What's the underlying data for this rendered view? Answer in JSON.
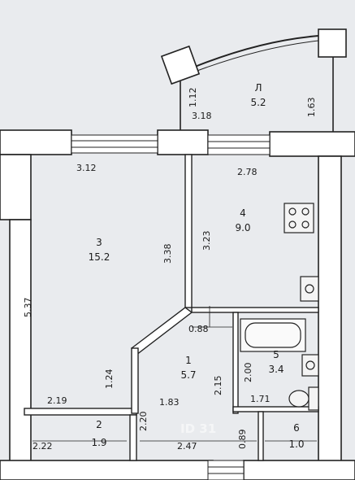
{
  "rooms": {
    "balcony": {
      "num": "Л",
      "area": "5.2"
    },
    "kitchen": {
      "num": "4",
      "area": "9.0"
    },
    "living": {
      "num": "3",
      "area": "15.2"
    },
    "hall": {
      "num": "1",
      "area": "5.7"
    },
    "bath": {
      "num": "5",
      "area": "3.4"
    },
    "closet": {
      "num": "2",
      "area": "1.9"
    },
    "wc": {
      "num": "6",
      "area": "1.0"
    }
  },
  "dimensions": {
    "balcony_left": "1.12",
    "balcony_width": "3.18",
    "balcony_right": "1.63",
    "living_top": "3.12",
    "kitchen_top": "2.78",
    "living_left": "5.37",
    "living_right": "3.38",
    "kitchen_left": "3.23",
    "hall_corner": "0.88",
    "living_bottom_side": "1.24",
    "living_bottom": "2.19",
    "hall_right": "2.15",
    "bath_left": "2.00",
    "hall_width": "1.83",
    "bath_width": "1.71",
    "closet_side": "2.20",
    "closet_bottom": "2.22",
    "hall_bottom": "2.47",
    "wc_side": "0.89"
  },
  "watermark": "ID 31"
}
